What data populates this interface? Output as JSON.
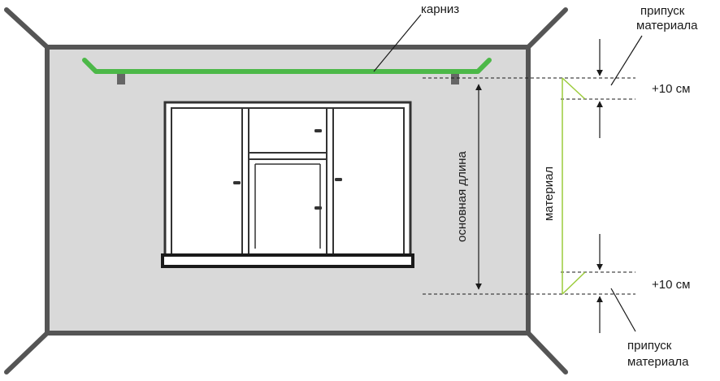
{
  "labels": {
    "rod": "карниз",
    "allowance_top_1": "припуск",
    "allowance_top_2": "материала",
    "plus_top": "+10 см",
    "main_length": "основная длина",
    "material": "материал",
    "plus_bottom": "+10 см",
    "allowance_bottom_1": "припуск",
    "allowance_bottom_2": "материала"
  },
  "colors": {
    "wall": "#d9d9d9",
    "frame": "#555555",
    "rod": "#4cb848",
    "material": "#9ccc3c",
    "window_frame": "#333333",
    "line": "#1a1a1a"
  }
}
